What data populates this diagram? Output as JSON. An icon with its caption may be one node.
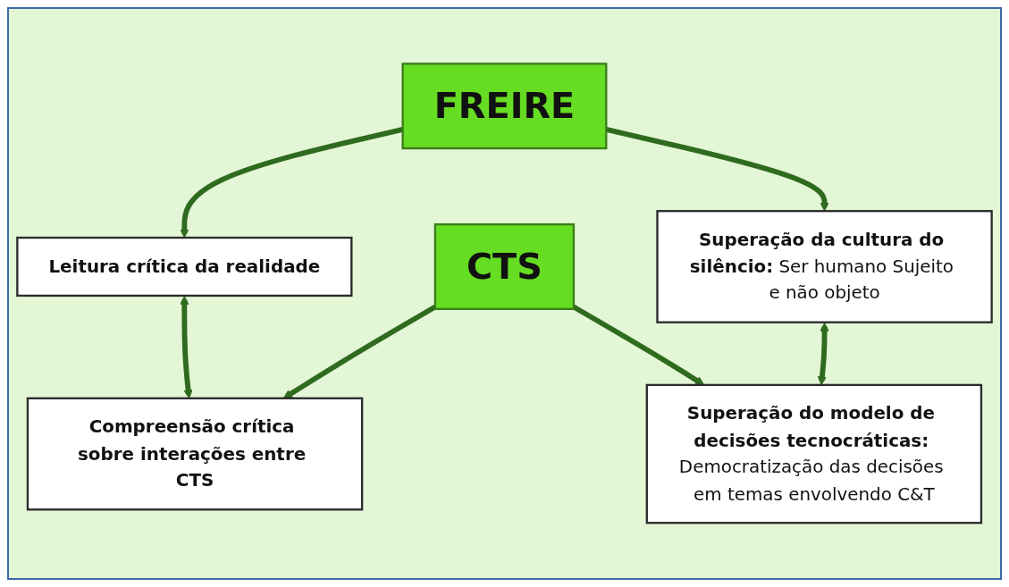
{
  "diagram": {
    "nodes": [
      {
        "text": [
          "Leitura crítica da realidade"
        ]
      },
      {
        "text": [
          "Compreensão crítica sobre interações entre CTS"
        ]
      },
      {
        "text": [
          "FREIRE"
        ]
      },
      {
        "text": [
          "CTS"
        ]
      },
      {
        "text": [
          "**Superação da cultura do silêncio:** Ser humano Sujeito e não objeto"
        ]
      },
      {
        "text": [
          "**Superação do modelo de decisões tecnocráticas:** Democratização das decisões em temas envolvendo C&T"
        ]
      }
    ],
    "edges": [
      {
        "from": 0,
        "to": 1,
        "arrow": "both"
      },
      {
        "from": 2,
        "to": 0,
        "arrow": "to"
      },
      {
        "from": 3,
        "to": 1,
        "arrow": "to"
      },
      {
        "from": 2,
        "to": 4,
        "arrow": "to"
      },
      {
        "from": 3,
        "to": 5,
        "arrow": "to"
      },
      {
        "from": 4,
        "to": 5,
        "arrow": "both"
      }
    ]
  }
}
